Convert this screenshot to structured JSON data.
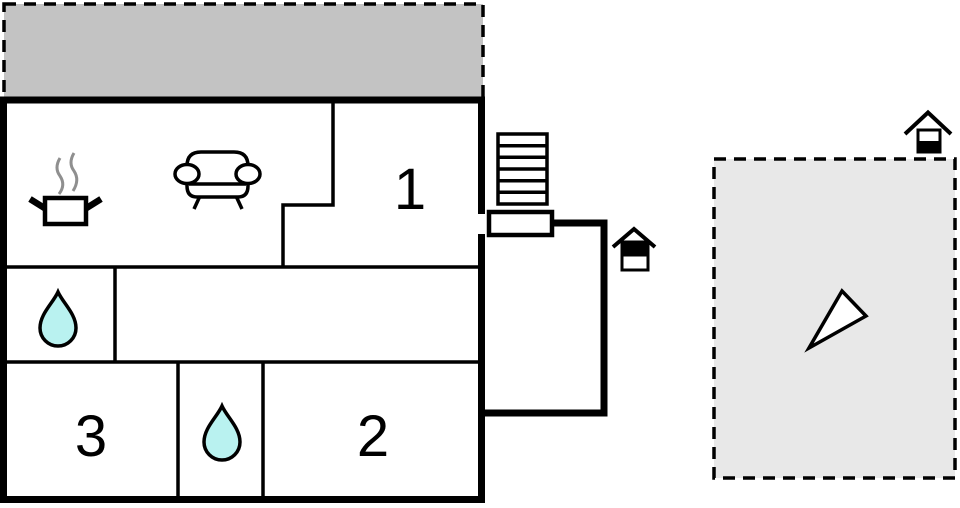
{
  "plan": {
    "rooms": {
      "room1": {
        "label": "1"
      },
      "room2": {
        "label": "2"
      },
      "room3": {
        "label": "3"
      }
    },
    "icons": {
      "kitchen": "cooking-pot-icon",
      "living_room": "sofa-icon",
      "bathroom_upper": "water-drop-icon",
      "bathroom_lower": "water-drop-icon",
      "staircase": "stairs-icon",
      "floor_marker_building": "house-floor-indicator-icon",
      "floor_marker_garden": "house-floor-indicator-icon",
      "orientation": "north-arrow-icon"
    },
    "colors": {
      "terrace_fill": "#c3c3c3",
      "garden_fill": "#e8e8e8",
      "water_fill": "#b9f2f0",
      "wall": "#000000",
      "steam": "#8f8f8f",
      "background": "#ffffff"
    }
  }
}
